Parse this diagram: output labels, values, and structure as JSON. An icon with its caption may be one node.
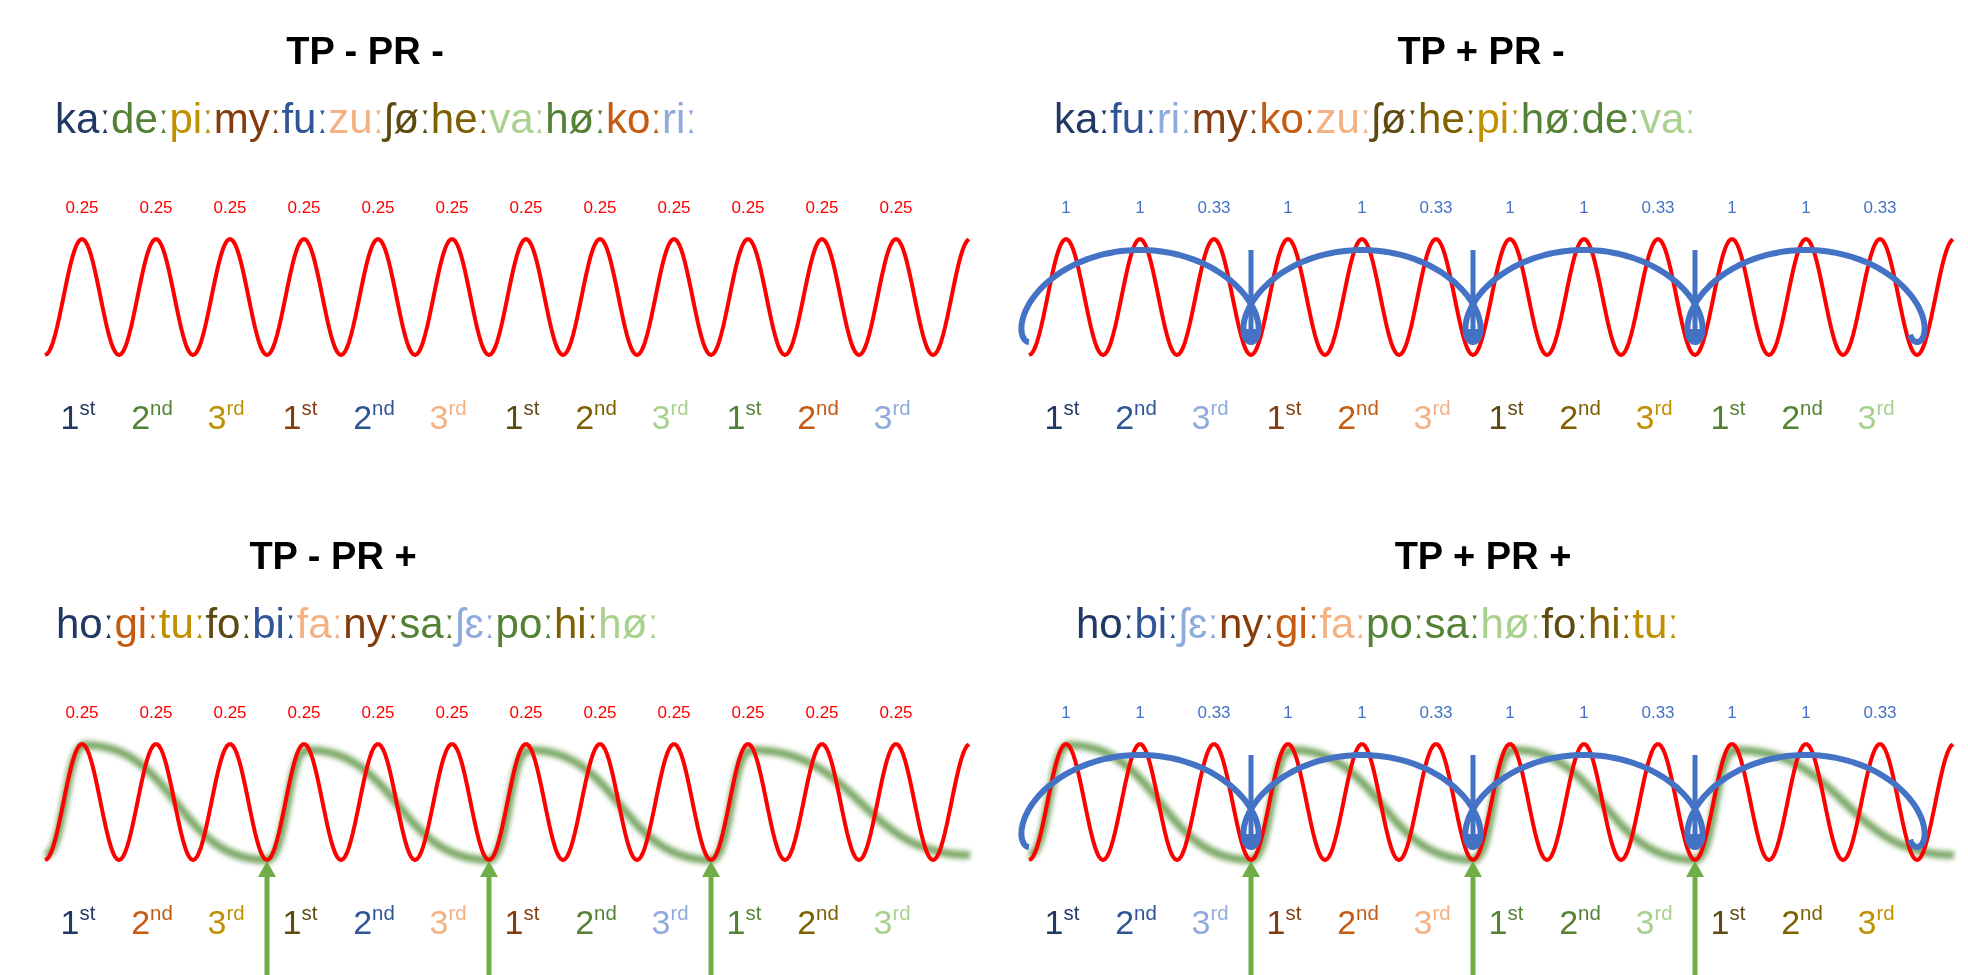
{
  "diagram": {
    "labels": [
      "TP - PR -",
      "kaːdeːpiːmyːfuːzuːʃøːheːvaːhøːkoːriː",
      "0.25",
      "0.25",
      "0.25",
      "0.25",
      "0.25",
      "0.25",
      "0.25",
      "0.25",
      "0.25",
      "0.25",
      "0.25",
      "0.25",
      "1$^{st}$",
      "2$^{nd}$",
      "3$^{rd}$",
      "1$^{st}$",
      "2$^{nd}$",
      "3$^{rd}$",
      "1$^{st}$",
      "2$^{nd}$",
      "3$^{rd}$",
      "1$^{st}$",
      "2$^{nd}$",
      "3$^{rd}$",
      "TP + PR -",
      "kaːfuːriːmyːkoːzuːʃøːheːpiːhøːdeːvaː",
      "1",
      "1",
      "0.33",
      "1",
      "1",
      "0.33",
      "1",
      "1",
      "0.33",
      "1",
      "1",
      "0.33",
      "1$^{st}$",
      "2$^{nd}$",
      "3$^{rd}$",
      "1$^{st}$",
      "2$^{nd}$",
      "3$^{rd}$",
      "1$^{st}$",
      "2$^{nd}$",
      "3$^{rd}$",
      "1$^{st}$",
      "2$^{nd}$",
      "3$^{rd}$",
      "TP - PR +",
      "hoːgiːtuːfoːbiːfaːnyːsaːʃɛːpoːhiːhøː",
      "0.25",
      "0.25",
      "0.25",
      "0.25",
      "0.25",
      "0.25",
      "0.25",
      "0.25",
      "0.25",
      "0.25",
      "0.25",
      "0.25",
      "1$^{st}$",
      "2$^{nd}$",
      "3$^{rd}$",
      "1$^{st}$",
      "2$^{nd}$",
      "3$^{rd}$",
      "1$^{st}$",
      "2$^{nd}$",
      "3$^{rd}$",
      "1$^{st}$",
      "2$^{nd}$",
      "3$^{rd}$",
      "TP + PR +",
      "hoːbiːʃɛːnyːgiːfaːpoːsaːhøːfoːhiːtuː",
      "1",
      "1",
      "0.33",
      "1",
      "1",
      "0.33",
      "1",
      "1",
      "0.33",
      "1",
      "1",
      "0.33",
      "1$^{st}$",
      "2$^{nd}$",
      "3$^{rd}$",
      "1$^{st}$",
      "2$^{nd}$",
      "3$^{rd}$",
      "1$^{st}$",
      "2$^{nd}$",
      "3$^{rd}$",
      "1$^{st}$",
      "2$^{nd}$",
      "3$^{rd}$"
    ]
  }
}
